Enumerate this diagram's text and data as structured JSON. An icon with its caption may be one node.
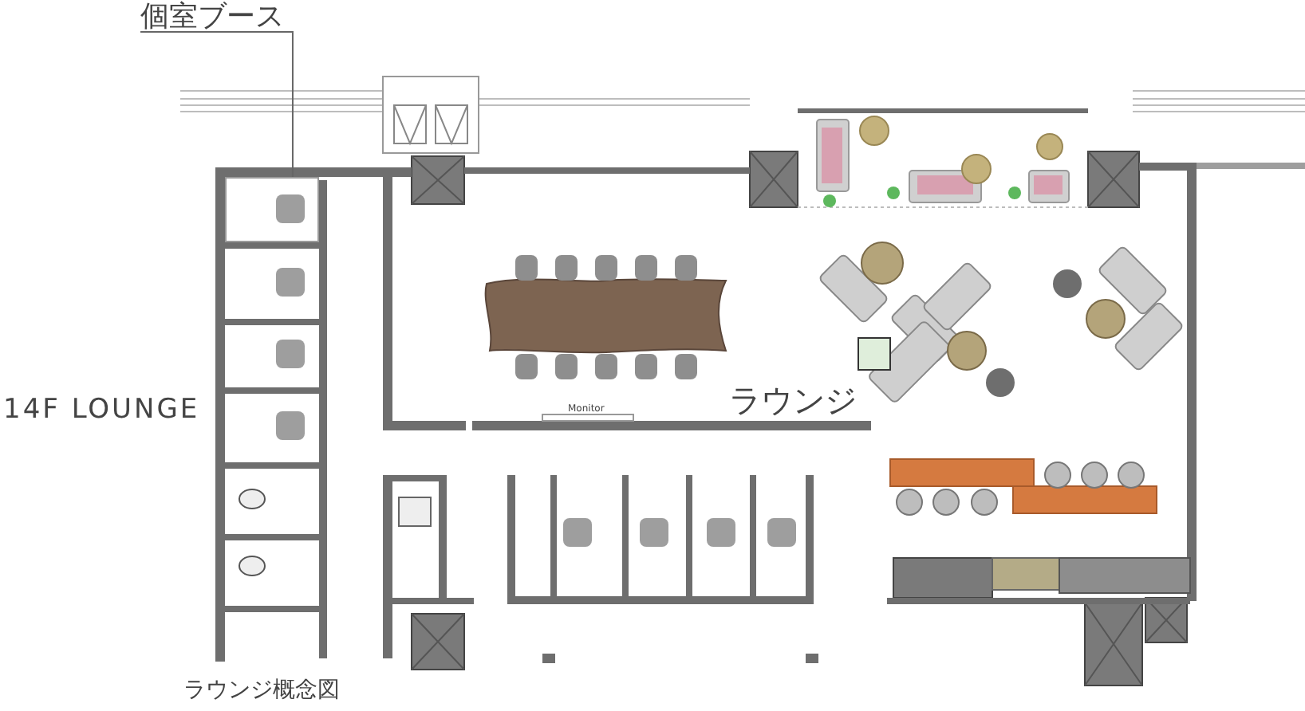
{
  "diagram": {
    "caption": "ラウンジ概念図",
    "nodes": [
      {
        "text": [
          "個室ブース"
        ]
      },
      {
        "text": [],
        "shape": "box"
      }
    ],
    "edges": [
      {
        "from": 0,
        "to": 1,
        "arrow": "none"
      }
    ],
    "labels": [
      "14F LOUNGE",
      "ラウンジ",
      "Monitor"
    ]
  }
}
